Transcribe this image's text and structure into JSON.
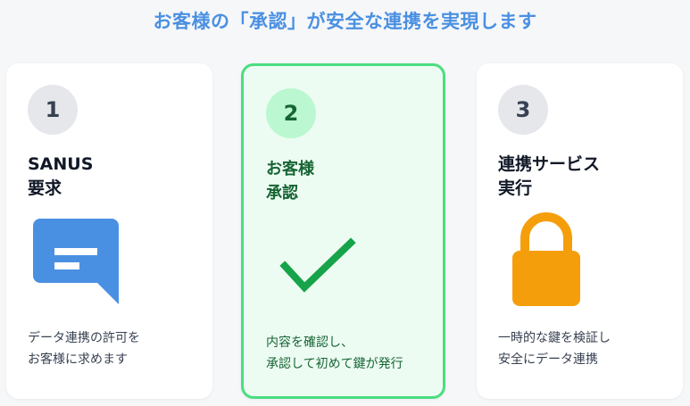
{
  "headline": "お客様の「承認」が安全な連携を実現します",
  "colors": {
    "accent": "#4a90e2",
    "active_border": "#4ade80",
    "active_bg": "#edfcf2",
    "active_text": "#166534",
    "chat_icon": "#4a90e2",
    "check_icon": "#16a34a",
    "lock_icon": "#f59e0b"
  },
  "steps": [
    {
      "number": "1",
      "title_lines": [
        "SANUS",
        "要求"
      ],
      "icon": "chat-bubble-icon",
      "desc_lines": [
        "データ連携の許可を",
        "お客様に求めます"
      ]
    },
    {
      "number": "2",
      "title_lines": [
        "お客様",
        "承認"
      ],
      "icon": "checkmark-icon",
      "desc_lines": [
        "内容を確認し、",
        "承認して初めて鍵が発行"
      ],
      "active": true
    },
    {
      "number": "3",
      "title_lines": [
        "連携サービス",
        "実行"
      ],
      "icon": "lock-icon",
      "desc_lines": [
        "一時的な鍵を検証し",
        "安全にデータ連携"
      ]
    }
  ]
}
